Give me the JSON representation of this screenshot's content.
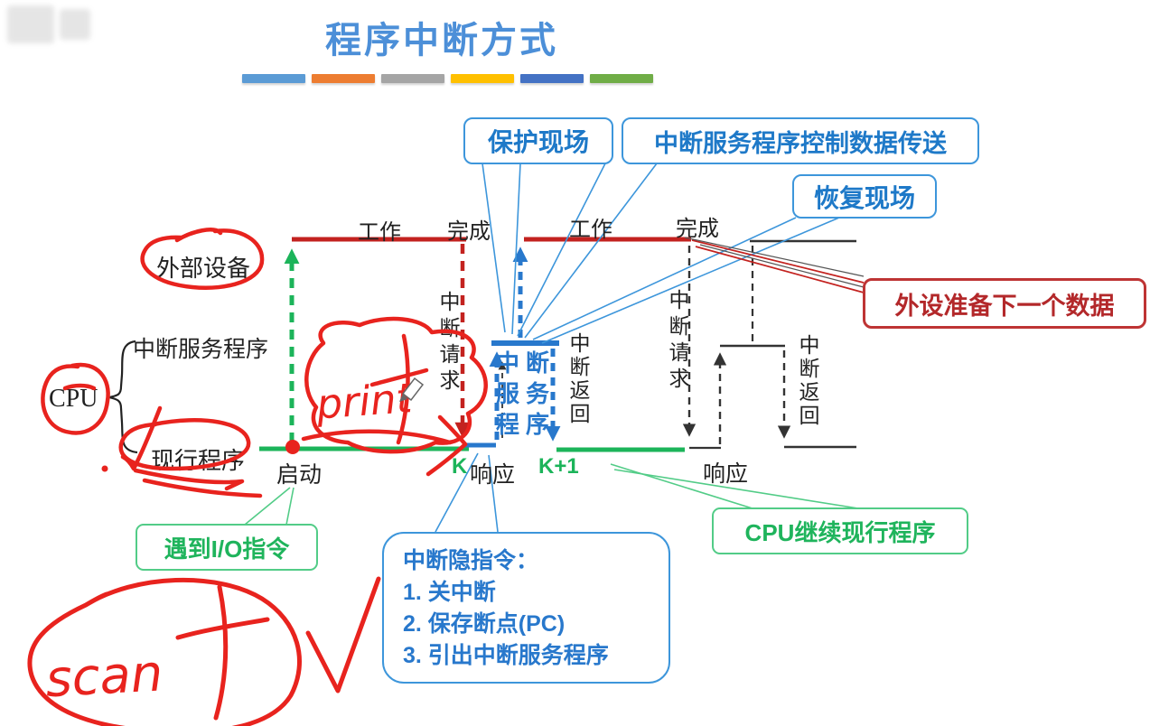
{
  "title": "程序中断方式",
  "accent_bar_colors": [
    "#5B9BD5",
    "#ED7D31",
    "#A5A5A5",
    "#FFC000",
    "#4472C4",
    "#70AD47"
  ],
  "callouts": {
    "protect_scene": "保护现场",
    "isr_data_transfer": "中断服务程序控制数据传送",
    "restore_scene": "恢复现场",
    "peripheral_prepares_next_data": "外设准备下一个数据",
    "meet_io_instruction": "遇到I/O指令",
    "cpu_continue_program": "CPU继续现行程序",
    "interrupt_implied": {
      "heading": "中断隐指令：",
      "items": [
        "1. 关中断",
        "2. 保存断点(PC)",
        "3. 引出中断服务程序"
      ]
    }
  },
  "left_labels": {
    "external_device": "外部设备",
    "cpu": "CPU",
    "interrupt_service_routine": "中断服务程序",
    "current_program": "现行程序"
  },
  "timeline": {
    "work_1": "工作",
    "done_1": "完成",
    "work_2": "工作",
    "done_2": "完成",
    "interrupt_request_1": "中断请求",
    "interrupt_request_2": "中断请求",
    "interrupt_return_1": "中断返回",
    "interrupt_return_2": "中断返回",
    "isr_box_lines": [
      "中断",
      "服务",
      "程序"
    ],
    "start": "启动",
    "k_label": "K",
    "response_1": "响应",
    "k_plus_1_label": "K+1",
    "response_2": "响应"
  },
  "handwriting": {
    "print_word": "print",
    "scan_word": "scan"
  },
  "colors": {
    "title_blue": "#4C8FD8",
    "callout_blue_border": "#3D96DB",
    "callout_blue_text": "#1E79C8",
    "printed_red": "#C3221F",
    "hand_red": "#E8231E",
    "green": "#1CB45A",
    "green_box_border": "#52CC87",
    "dark_red_box": "#B3282A",
    "blue_arrow": "#2878CC",
    "line_black": "#333333"
  }
}
